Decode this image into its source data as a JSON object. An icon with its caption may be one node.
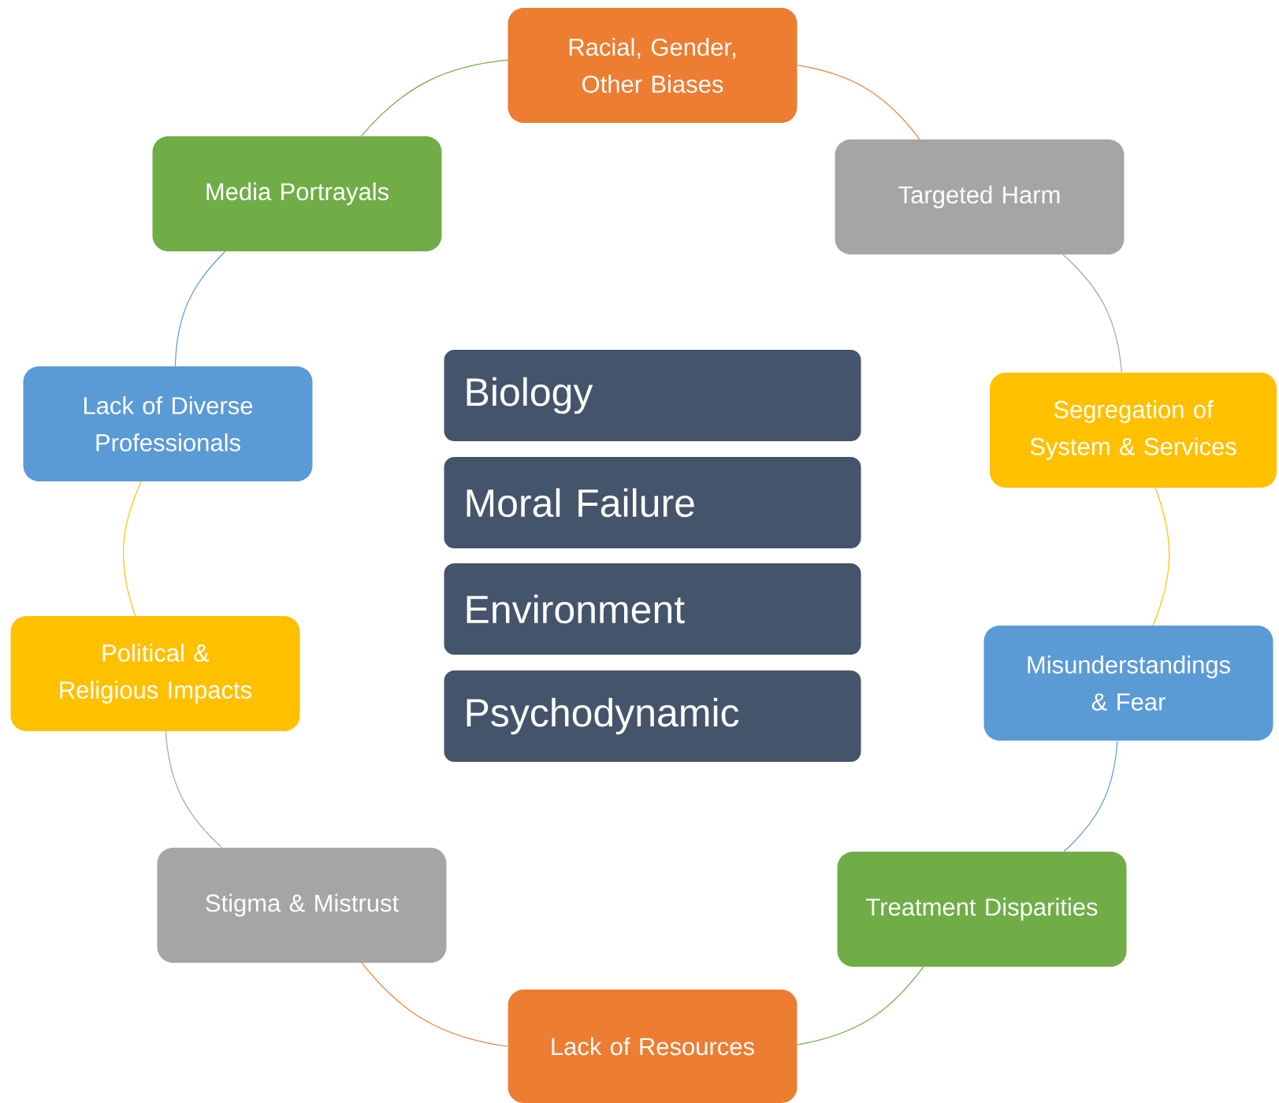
{
  "diagram": {
    "nodes": [
      {
        "text": [
          "Racial, Gender, Other Biases"
        ]
      },
      {
        "text": [
          "Targeted Harm"
        ]
      },
      {
        "text": [
          "Segregation of System & Services"
        ]
      },
      {
        "text": [
          "Misunderstandings & Fear"
        ]
      },
      {
        "text": [
          "Treatment Disparities"
        ]
      },
      {
        "text": [
          "Lack of Resources"
        ]
      },
      {
        "text": [
          "Stigma & Mistrust"
        ]
      },
      {
        "text": [
          "Political & Religious Impacts"
        ]
      },
      {
        "text": [
          "Lack of Diverse Professionals"
        ]
      },
      {
        "text": [
          "Media Portrayals"
        ]
      },
      {
        "text": [
          "Biology"
        ]
      },
      {
        "text": [
          "Moral Failure"
        ]
      },
      {
        "text": [
          "Environment"
        ]
      },
      {
        "text": [
          "Psychodynamic"
        ]
      }
    ],
    "edges": [
      {
        "from": 0,
        "to": 1,
        "arrow": "none",
        "color": "#ed7d31"
      },
      {
        "from": 1,
        "to": 2,
        "arrow": "none",
        "color": "#a5a5a5"
      },
      {
        "from": 2,
        "to": 3,
        "arrow": "none",
        "color": "#ffc000"
      },
      {
        "from": 3,
        "to": 4,
        "arrow": "none",
        "color": "#5b9bd5"
      },
      {
        "from": 4,
        "to": 5,
        "arrow": "none",
        "color": "#70ad47"
      },
      {
        "from": 5,
        "to": 6,
        "arrow": "none",
        "color": "#ed7d31"
      },
      {
        "from": 6,
        "to": 7,
        "arrow": "none",
        "color": "#a5a5a5"
      },
      {
        "from": 7,
        "to": 8,
        "arrow": "none",
        "color": "#ffc000"
      },
      {
        "from": 8,
        "to": 9,
        "arrow": "none",
        "color": "#5b9bd5"
      },
      {
        "from": 9,
        "to": 0,
        "arrow": "none",
        "color": "#70ad47"
      }
    ]
  }
}
